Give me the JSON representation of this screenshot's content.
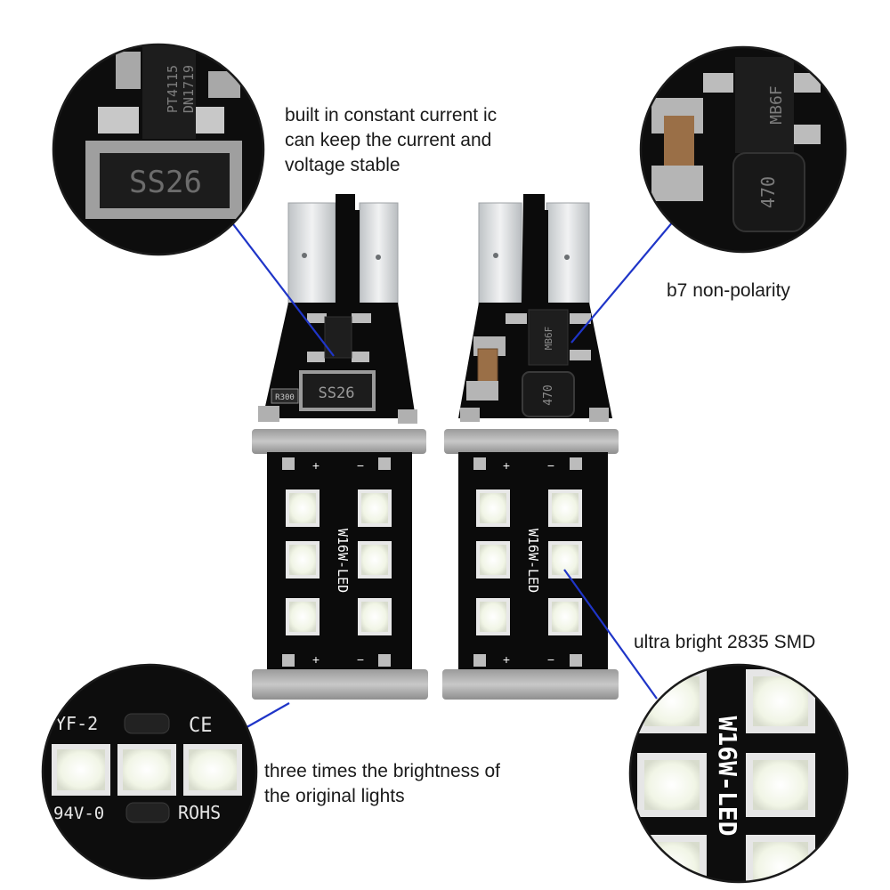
{
  "captions": {
    "ic": [
      "built in constant current ic",
      "can keep the current and",
      "voltage stable"
    ],
    "b7": [
      "b7 non-polarity"
    ],
    "smd": [
      "ultra bright 2835 SMD"
    ],
    "brightness": [
      "three times the brightness of",
      "the original lights"
    ]
  },
  "pcb_marks": {
    "model": "W16W-LED",
    "plus": "+",
    "minus": "−",
    "diode": "SS26",
    "resistor": "R300",
    "bridge": "MB6F",
    "inductor": "470",
    "ic_line1": "PT4115",
    "ic_line2": "DN1719",
    "mark_yf": "YF-2",
    "mark_ce": "CE",
    "mark_94v": "94V-0",
    "mark_rohs": "ROHS"
  },
  "colors": {
    "pcb": "#0b0b0b",
    "led": "#f3f6ec",
    "metal": "#d8d8d8",
    "pointer": "#1f35c8"
  }
}
